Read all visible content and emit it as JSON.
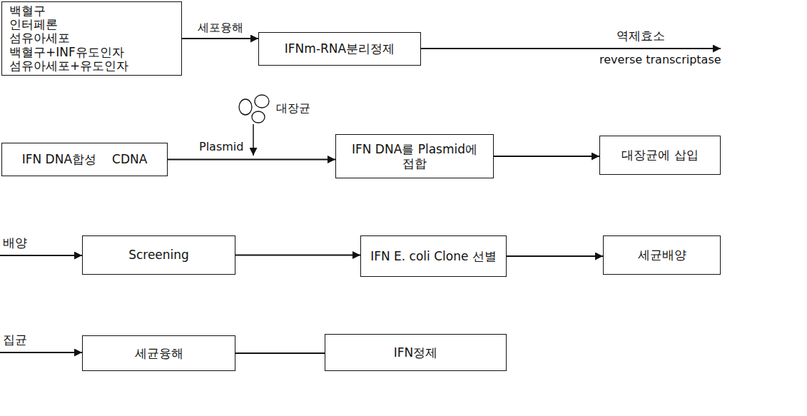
{
  "diagram": {
    "nodes": [
      {
        "text": [
          "백혈구",
          "인터페론",
          "섬유아세포",
          "백혈구+INF유도인자",
          "섬유아세포+유도인자"
        ]
      },
      {
        "text": [
          "IFNm-RNA분리정제"
        ]
      },
      {
        "text": [
          "IFN DNA합성",
          "CDNA"
        ]
      },
      {
        "text": [
          "IFN DNA를 Plasmid에 접합"
        ]
      },
      {
        "text": [
          "대장균에 삽입"
        ]
      },
      {
        "text": [
          "Screening"
        ]
      },
      {
        "text": [
          "IFN E. coli Clone 선별"
        ]
      },
      {
        "text": [
          "세균배양"
        ]
      },
      {
        "text": [
          "세균융해"
        ]
      },
      {
        "text": [
          "IFN정제"
        ]
      }
    ],
    "edges": [
      {
        "from": 0,
        "to": 1,
        "arrow": "to",
        "label": "세포융해"
      },
      {
        "from": 2,
        "to": 3,
        "arrow": "to",
        "label": "Plasmid"
      },
      {
        "from": 3,
        "to": 4,
        "arrow": "to"
      },
      {
        "from": 5,
        "to": 6,
        "arrow": "to"
      },
      {
        "from": 6,
        "to": 7,
        "arrow": "to"
      },
      {
        "from": 8,
        "to": 9,
        "arrow": "none"
      }
    ],
    "labels": [
      "역제효소",
      "reverse transcriptase",
      "대장균",
      "배양",
      "집균"
    ]
  }
}
